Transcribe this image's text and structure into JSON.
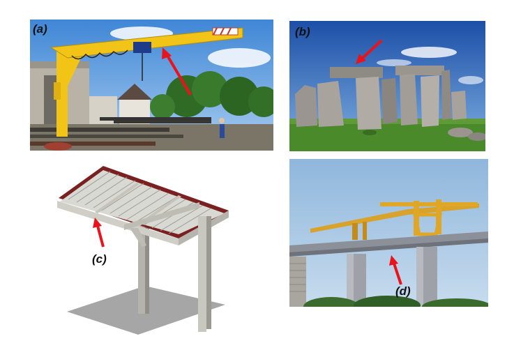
{
  "labels": {
    "a": "(a)",
    "b": "(b)",
    "c": "(c)",
    "d": "(d)"
  },
  "colors": {
    "arrow": "#e8141c",
    "crane_yellow": "#f2c418",
    "sky_blue": "#4f8fd6",
    "grass_green": "#4a8a2a",
    "bridge_gray": "#8c9098"
  }
}
